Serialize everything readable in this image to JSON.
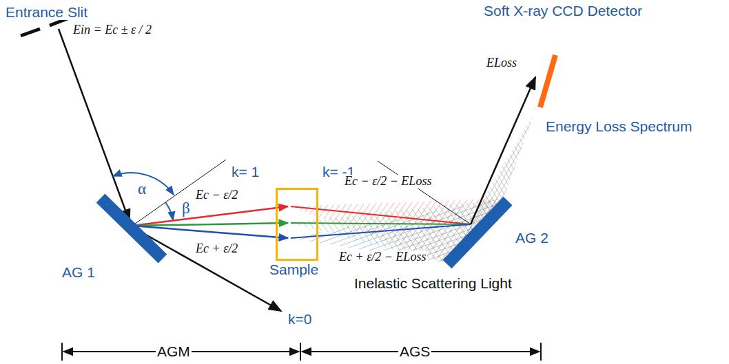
{
  "diagram": {
    "nodes": [
      {
        "text": [
          "Sample"
        ]
      }
    ],
    "labels": [
      "Entrance Slit",
      "Ein = Ec ± ε / 2",
      "α",
      "β",
      "k= 1",
      "Ec − ε/2",
      "Ec + ε/2",
      "AG 1",
      "k=0",
      "k= -1",
      "Ec − ε/2 − ELoss",
      "Ec + ε/2 − ELoss",
      "AG 2",
      "Inelastic Scattering Light",
      "Soft X-ray CCD Detector",
      "ELoss",
      "Energy Loss Spectrum",
      "AGM",
      "AGS"
    ]
  }
}
